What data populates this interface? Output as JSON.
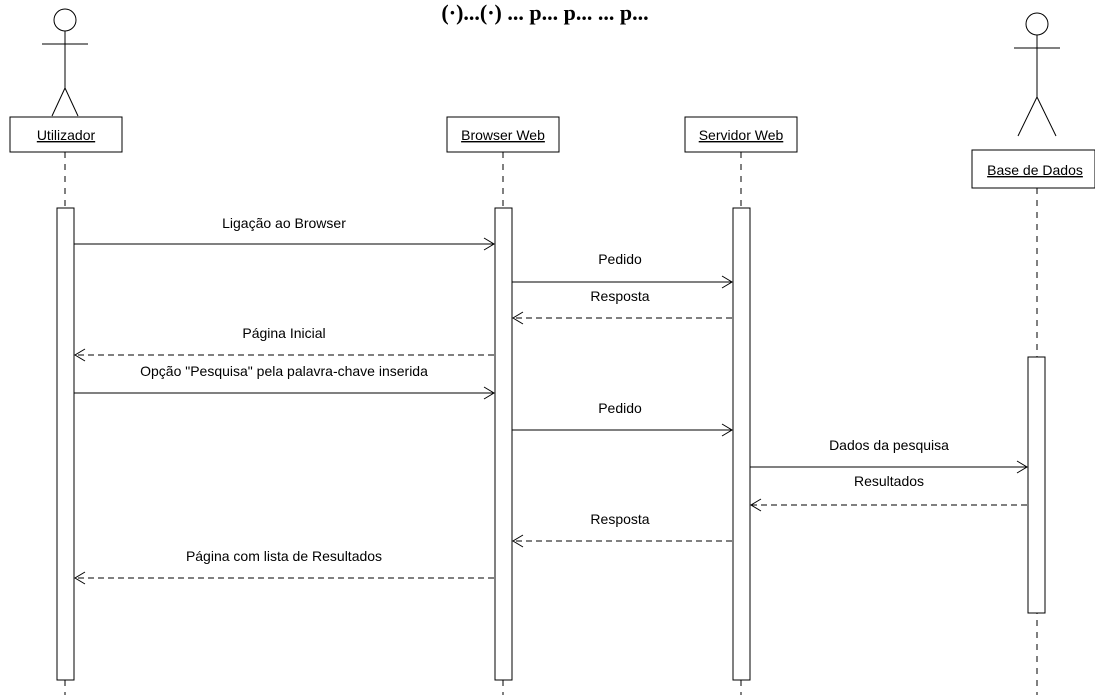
{
  "diagram": {
    "title": "(·)...(·) ... p... p... ... p...",
    "participants": [
      {
        "id": "utilizador",
        "label": "Utilizador",
        "kind": "actor"
      },
      {
        "id": "browser",
        "label": "Browser Web",
        "kind": "object"
      },
      {
        "id": "servidor",
        "label": "Servidor Web",
        "kind": "object"
      },
      {
        "id": "bd",
        "label": "Base de Dados",
        "kind": "actor"
      }
    ],
    "messages": [
      {
        "label": "Ligação ao Browser",
        "from": "utilizador",
        "to": "browser",
        "style": "solid"
      },
      {
        "label": "Pedido",
        "from": "browser",
        "to": "servidor",
        "style": "solid"
      },
      {
        "label": "Resposta",
        "from": "servidor",
        "to": "browser",
        "style": "dashed"
      },
      {
        "label": "Página Inicial",
        "from": "browser",
        "to": "utilizador",
        "style": "dashed"
      },
      {
        "label": "Opção \"Pesquisa\" pela palavra-chave inserida",
        "from": "utilizador",
        "to": "browser",
        "style": "solid"
      },
      {
        "label": "Pedido",
        "from": "browser",
        "to": "servidor",
        "style": "solid"
      },
      {
        "label": "Dados da pesquisa",
        "from": "servidor",
        "to": "bd",
        "style": "solid"
      },
      {
        "label": "Resultados",
        "from": "bd",
        "to": "servidor",
        "style": "dashed"
      },
      {
        "label": "Resposta",
        "from": "servidor",
        "to": "browser",
        "style": "dashed"
      },
      {
        "label": "Página com lista de Resultados",
        "from": "browser",
        "to": "utilizador",
        "style": "dashed"
      }
    ]
  }
}
